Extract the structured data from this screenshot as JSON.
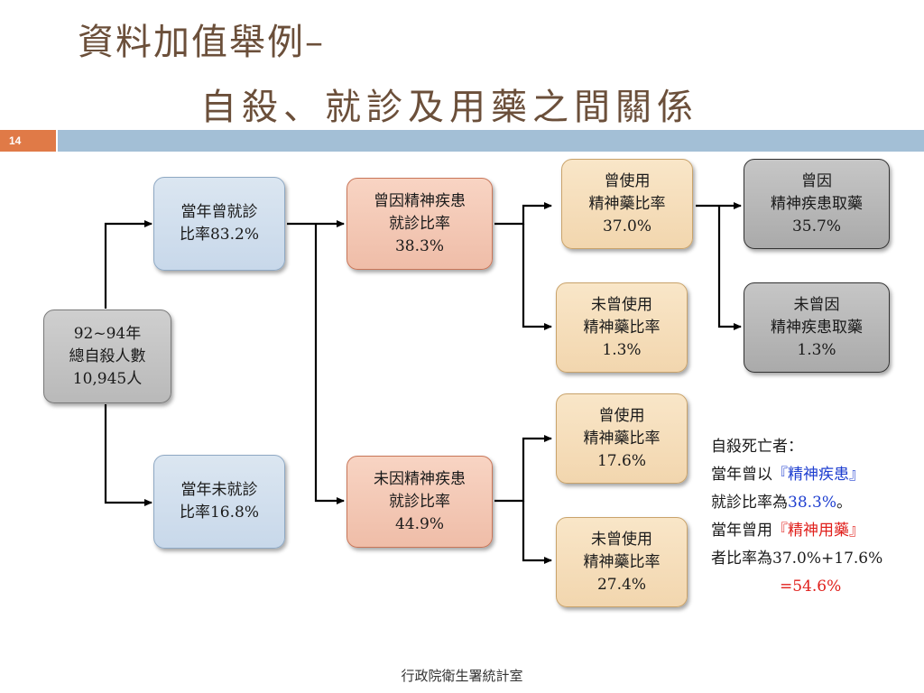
{
  "slide": {
    "page_number": "14",
    "title_line1": "資料加值舉例–",
    "title_line2": "自殺、就診及用藥之間關係",
    "footer": "行政院衛生署統計室"
  },
  "boxes": {
    "total": {
      "l1": "92~94年",
      "l2": "總自殺人數",
      "l3": "10,945人"
    },
    "visited": {
      "l1": "當年曾就診",
      "l2": "比率83.2%"
    },
    "not_visited": {
      "l1": "當年未就診",
      "l2": "比率16.8%"
    },
    "psych_visit": {
      "l1": "曾因精神疾患",
      "l2": "就診比率",
      "l3": "38.3%"
    },
    "nonpsych_visit": {
      "l1": "未因精神疾患",
      "l2": "就診比率",
      "l3": "44.9%"
    },
    "psych_used": {
      "l1": "曾使用",
      "l2": "精神藥比率",
      "l3": "37.0%"
    },
    "psych_notused": {
      "l1": "未曾使用",
      "l2": "精神藥比率",
      "l3": "1.3%"
    },
    "nonpsych_used": {
      "l1": "曾使用",
      "l2": "精神藥比率",
      "l3": "17.6%"
    },
    "nonpsych_notused": {
      "l1": "未曾使用",
      "l2": "精神藥比率",
      "l3": "27.4%"
    },
    "took_psych": {
      "l1": "曾因",
      "l2": "精神疾患取藥",
      "l3": "35.7%"
    },
    "not_took_psych": {
      "l1": "未曾因",
      "l2": "精神疾患取藥",
      "l3": "1.3%"
    }
  },
  "note": {
    "line1": "自殺死亡者：",
    "line2_a": "當年曾以",
    "line2_b": "『精神疾患』",
    "line3_a": "就診比率為",
    "line3_b": "38.3%",
    "line3_c": "。",
    "line4_a": "當年曾用",
    "line4_b": "『精神用藥』",
    "line5": "者比率為37.0%+17.6%",
    "line6": "=54.6%",
    "colors": {
      "highlight_blue": "#1f3fd0",
      "highlight_red": "#e0201c"
    }
  }
}
